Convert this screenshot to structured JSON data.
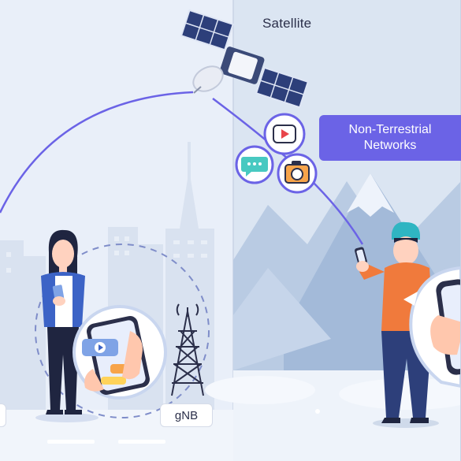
{
  "labels": {
    "satellite": "Satellite",
    "ntn_line1": "Non-Terrestrial",
    "ntn_line2": "Networks",
    "gnb": "gNB"
  },
  "icons": [
    "satellite-icon",
    "chat-bubble-icon",
    "video-play-icon",
    "camera-icon",
    "cell-tower-icon",
    "smartphone-icon",
    "snowflake-icon"
  ],
  "colors": {
    "accent": "#6b63e6",
    "sky_left": "#e9eff9",
    "sky_right": "#d9e4f2",
    "mountain": "#a9bedb",
    "snow": "#f2f6fc",
    "jacket": "#f07a3c",
    "beanie": "#2fb5c2",
    "cardigan": "#3c63c6",
    "chat_yellow": "#ffd35a"
  }
}
